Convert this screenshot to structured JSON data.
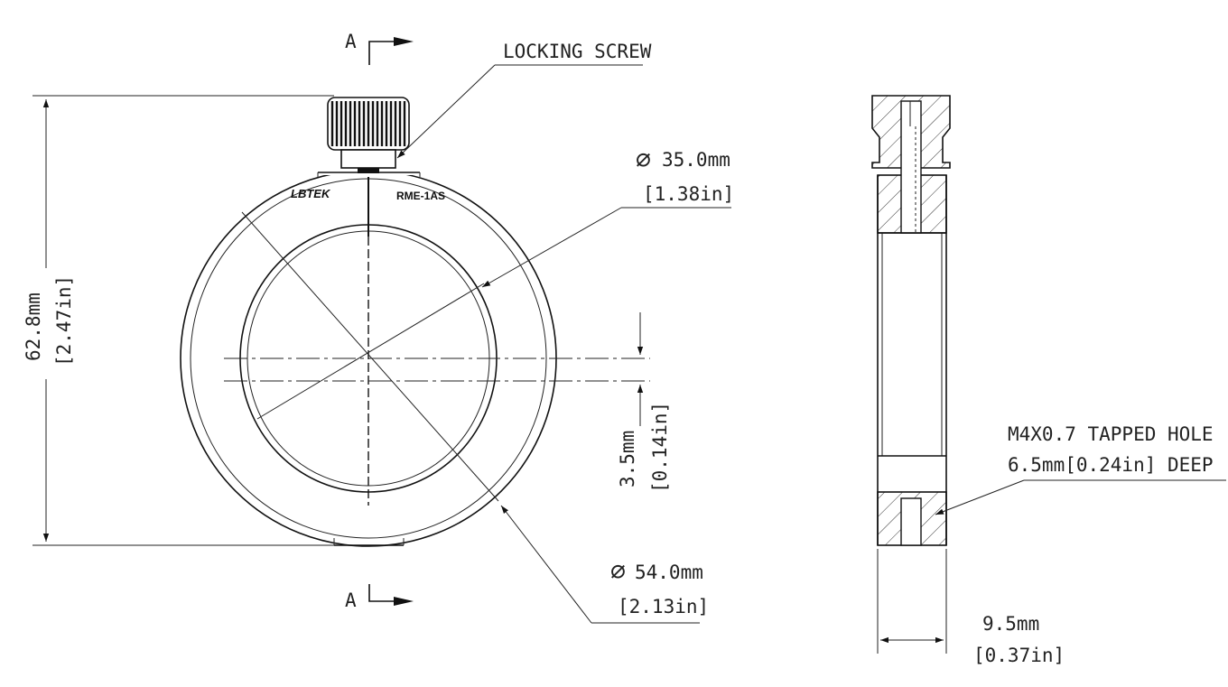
{
  "labels": {
    "section_top": "A",
    "section_bottom": "A",
    "locking_screw": "LOCKING SCREW",
    "brand": "LBTEK",
    "model": "RME-1AS",
    "tapped_hole_line1": "M4X0.7 TAPPED HOLE",
    "tapped_hole_line2": "6.5mm[0.24in] DEEP"
  },
  "dimensions": {
    "height_mm": "62.8mm",
    "height_in": "[2.47in]",
    "inner_dia_mm": "35.0mm",
    "inner_dia_in": "[1.38in]",
    "outer_dia_mm": "54.0mm",
    "outer_dia_in": "[2.13in]",
    "offset_mm": "3.5mm",
    "offset_in": "[0.14in]",
    "thickness_mm": "9.5mm",
    "thickness_in": "[0.37in]"
  },
  "symbols": {
    "diameter": "⌀"
  },
  "colors": {
    "line": "#222222",
    "background": "#ffffff"
  }
}
